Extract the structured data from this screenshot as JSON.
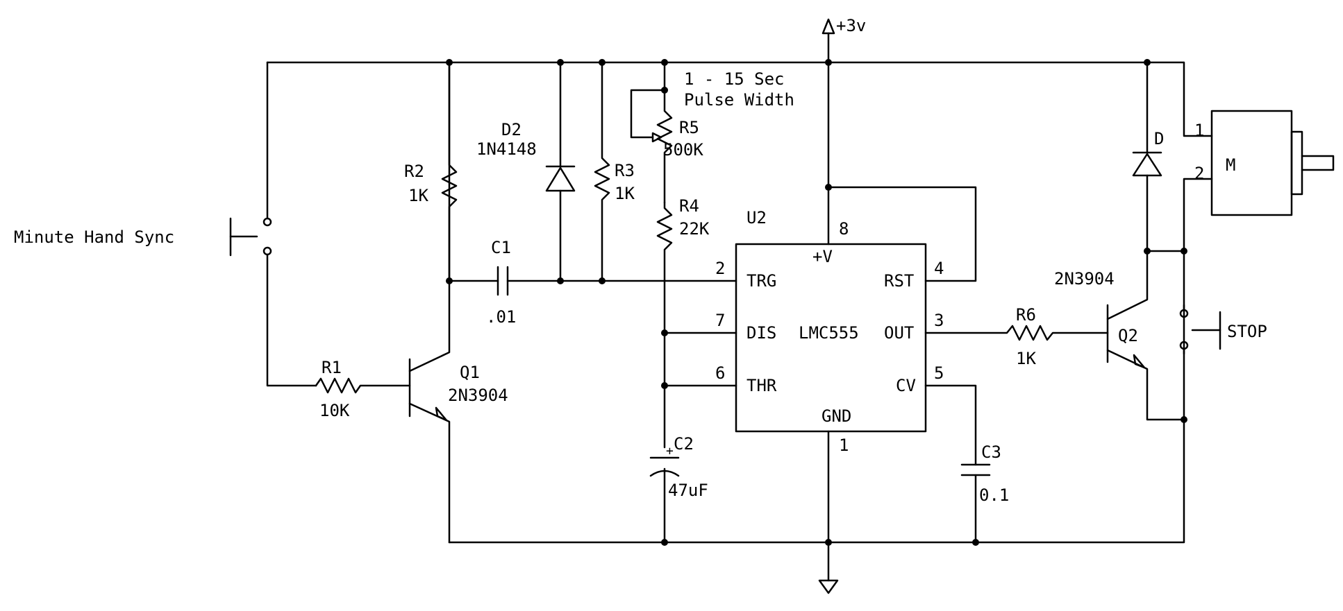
{
  "supply": {
    "label": "+3v"
  },
  "switches": {
    "sync_label": "Minute Hand Sync",
    "stop_label": "STOP"
  },
  "annotation": {
    "line1": "1 - 15 Sec",
    "line2": "Pulse Width"
  },
  "components": {
    "r1": {
      "ref": "R1",
      "value": "10K"
    },
    "r2": {
      "ref": "R2",
      "value": "1K"
    },
    "r3": {
      "ref": "R3",
      "value": "1K"
    },
    "r4": {
      "ref": "R4",
      "value": "22K"
    },
    "r5": {
      "ref": "R5",
      "value": "500K"
    },
    "r6": {
      "ref": "R6",
      "value": "1K"
    },
    "c1": {
      "ref": "C1",
      "value": ".01"
    },
    "c2": {
      "ref": "C2",
      "value": "47uF",
      "polarity": "+"
    },
    "c3": {
      "ref": "C3",
      "value": "0.1"
    },
    "d2": {
      "ref": "D2",
      "value": "1N4148"
    },
    "d": {
      "ref": "D"
    },
    "q1": {
      "ref": "Q1",
      "value": "2N3904"
    },
    "q2": {
      "ref": "Q2",
      "value": "2N3904"
    },
    "motor": {
      "ref": "M",
      "pin1": "1",
      "pin2": "2"
    }
  },
  "ic": {
    "ref": "U2",
    "name": "LMC555",
    "pins": {
      "trg": {
        "name": "TRG",
        "num": "2"
      },
      "dis": {
        "name": "DIS",
        "num": "7"
      },
      "thr": {
        "name": "THR",
        "num": "6"
      },
      "vcc": {
        "name": "+V",
        "num": "8"
      },
      "rst": {
        "name": "RST",
        "num": "4"
      },
      "out": {
        "name": "OUT",
        "num": "3"
      },
      "cv": {
        "name": "CV",
        "num": "5"
      },
      "gnd": {
        "name": "GND",
        "num": "1"
      }
    }
  }
}
